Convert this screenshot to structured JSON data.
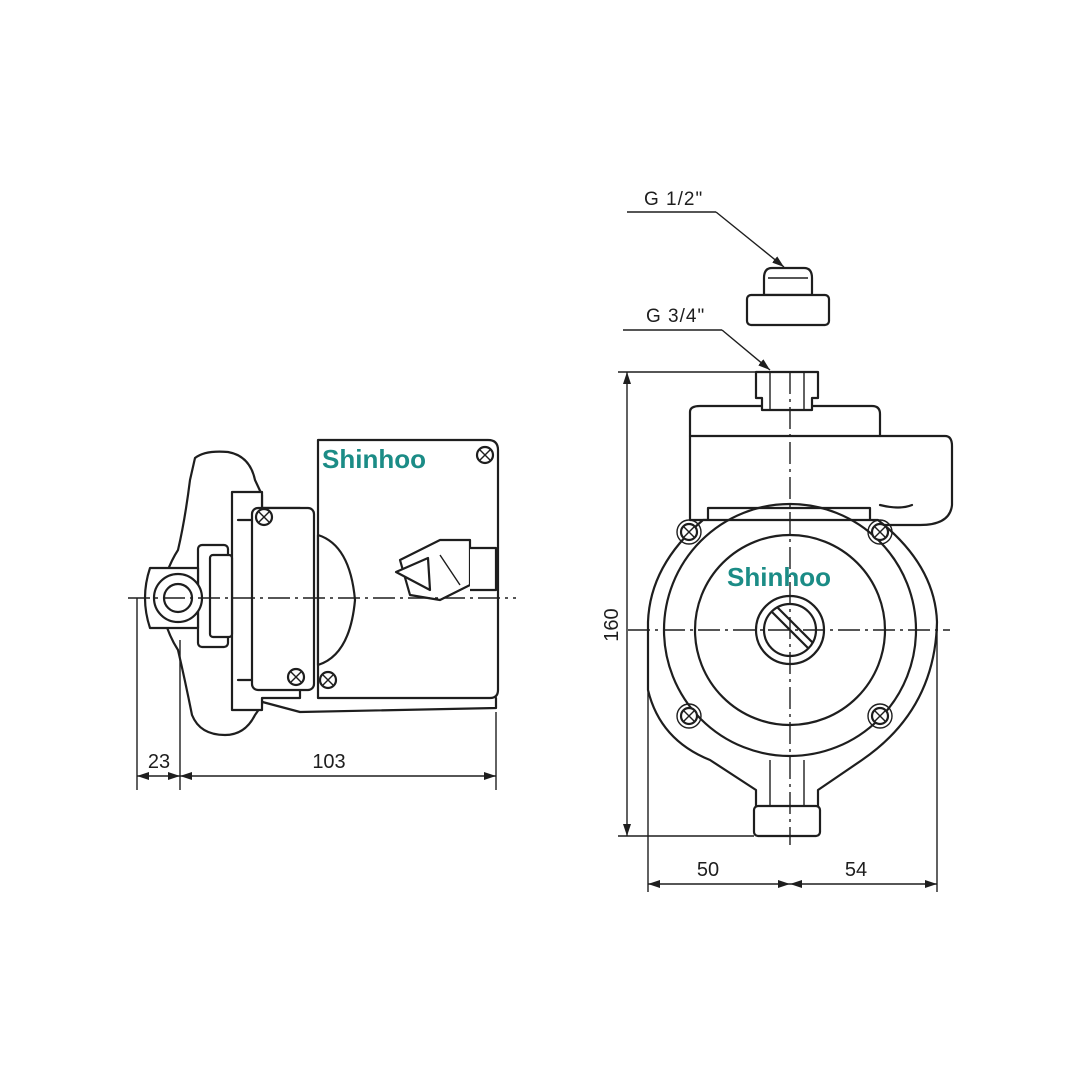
{
  "brand": {
    "name": "Shinhoo",
    "color": "#1b8c86"
  },
  "side_view": {
    "dimensions": {
      "inlet_depth": "23",
      "body_length": "103"
    }
  },
  "front_view": {
    "connections": {
      "adapter_thread": "G 1/2\"",
      "port_thread": "G 3/4\""
    },
    "dimensions": {
      "height": "160",
      "left_width": "50",
      "right_width": "54"
    }
  },
  "line_color": "#1e1e1e",
  "icons": [
    "screw-icon",
    "arrow-icon"
  ]
}
